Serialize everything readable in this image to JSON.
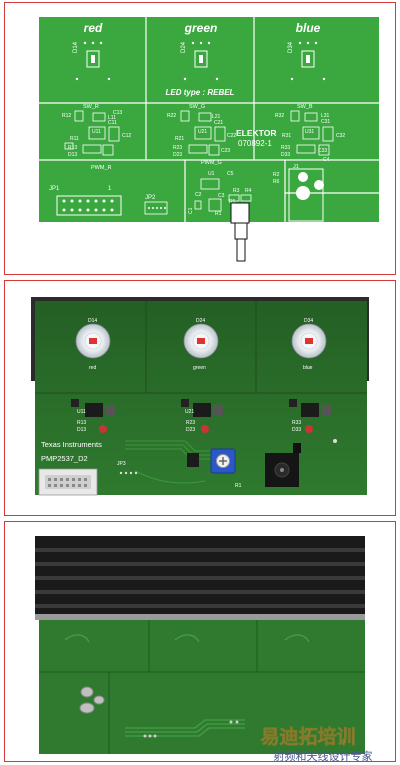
{
  "layout_view": {
    "channels": [
      "red",
      "green",
      "blue"
    ],
    "led_type": "LED type : REBEL",
    "brand": "ELEKTOR",
    "part_number": "070892-1",
    "switch_labels": [
      "SW_R",
      "SW_G",
      "SW_B"
    ],
    "pwm_labels": [
      "PWM_R",
      "PWM_G"
    ],
    "led_refs": [
      "D14",
      "D24",
      "D34"
    ],
    "connector_labels": [
      "JP1",
      "JP2",
      "J1"
    ],
    "component_refs": [
      "R12",
      "R11",
      "R13",
      "D13",
      "C13",
      "L11",
      "U11",
      "C11",
      "C12",
      "R22",
      "R21",
      "R23",
      "D23",
      "L21",
      "U21",
      "C21",
      "C22",
      "C23",
      "R32",
      "R31",
      "R33",
      "D33",
      "L31",
      "U31",
      "C31",
      "C32",
      "C33",
      "U1",
      "R1",
      "R2",
      "R3",
      "R4",
      "R5",
      "R6",
      "C1",
      "C2",
      "C3",
      "C4",
      "C5"
    ],
    "pin_one": "1"
  },
  "photo_top": {
    "led_refs": [
      "D14",
      "D24",
      "D34"
    ],
    "led_names": [
      "red",
      "green",
      "blue"
    ],
    "maker": "Texas Instruments",
    "board_name": "PMP2537_D2",
    "refs": [
      "U11",
      "R13",
      "D13",
      "U21",
      "R23",
      "D23",
      "R33",
      "D33",
      "JP3",
      "R1"
    ]
  },
  "photo_bottom": {
    "heatsink_fins": 6
  },
  "watermark": {
    "line1": "易迪拓培训",
    "line2": "射频和天线设计专家"
  },
  "colors": {
    "pcb_cad": "#3aa83f",
    "pcb_photo": "#2f7a2f",
    "frame": "#d33a3a",
    "heatsink": "#1a1a1a"
  }
}
